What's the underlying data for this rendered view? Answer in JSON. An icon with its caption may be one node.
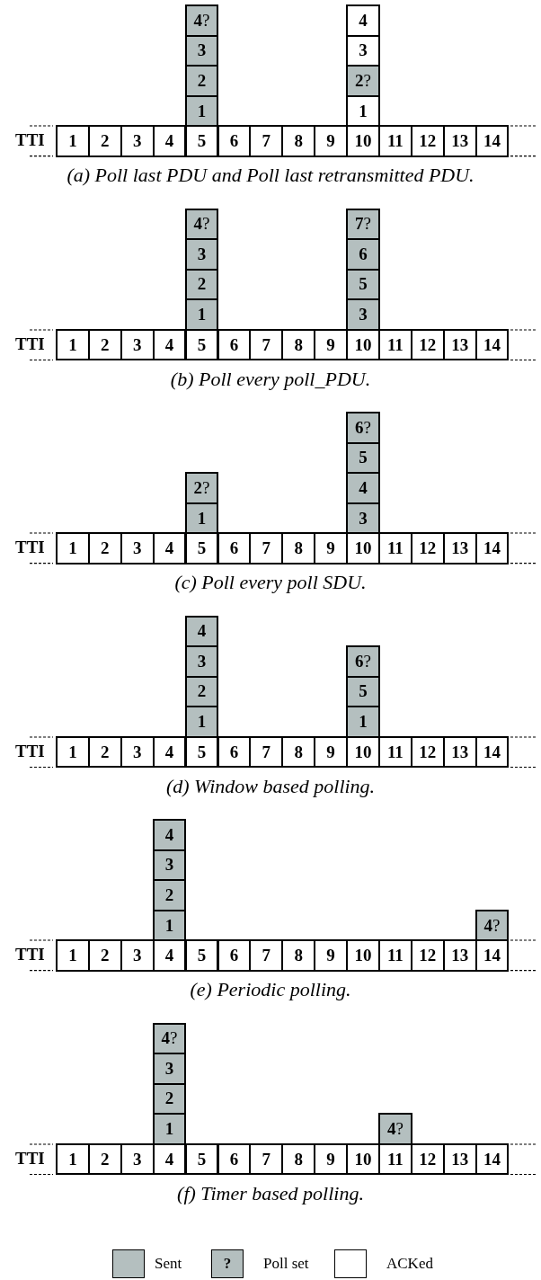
{
  "diagram": {
    "nodes": [
      {
        "text": [
          "**4**?"
        ]
      },
      {
        "text": [
          "4"
        ]
      },
      {
        "text": [
          "3"
        ]
      },
      {
        "text": [
          "3"
        ]
      },
      {
        "text": [
          "2"
        ]
      },
      {
        "text": [
          "**2**?"
        ]
      },
      {
        "text": [
          "1"
        ]
      },
      {
        "text": [
          "1"
        ]
      },
      {
        "text": [
          "1"
        ]
      },
      {
        "text": [
          "2"
        ]
      },
      {
        "text": [
          "3"
        ]
      },
      {
        "text": [
          "4"
        ]
      },
      {
        "text": [
          "5"
        ]
      },
      {
        "text": [
          "6"
        ]
      },
      {
        "text": [
          "7"
        ]
      },
      {
        "text": [
          "8"
        ]
      },
      {
        "text": [
          "9"
        ]
      },
      {
        "text": [
          "10"
        ]
      },
      {
        "text": [
          "11"
        ]
      },
      {
        "text": [
          "12"
        ]
      },
      {
        "text": [
          "13"
        ]
      },
      {
        "text": [
          "14"
        ]
      },
      {
        "text": [
          "**4**?"
        ]
      },
      {
        "text": [
          "**7**?"
        ]
      },
      {
        "text": [
          "3"
        ]
      },
      {
        "text": [
          "6"
        ]
      },
      {
        "text": [
          "2"
        ]
      },
      {
        "text": [
          "5"
        ]
      },
      {
        "text": [
          "1"
        ]
      },
      {
        "text": [
          "3"
        ]
      },
      {
        "text": [
          "1"
        ]
      },
      {
        "text": [
          "2"
        ]
      },
      {
        "text": [
          "3"
        ]
      },
      {
        "text": [
          "4"
        ]
      },
      {
        "text": [
          "5"
        ]
      },
      {
        "text": [
          "6"
        ]
      },
      {
        "text": [
          "7"
        ]
      },
      {
        "text": [
          "8"
        ]
      },
      {
        "text": [
          "9"
        ]
      },
      {
        "text": [
          "10"
        ]
      },
      {
        "text": [
          "11"
        ]
      },
      {
        "text": [
          "12"
        ]
      },
      {
        "text": [
          "13"
        ]
      },
      {
        "text": [
          "14"
        ]
      },
      {
        "text": [
          "**6**?"
        ]
      },
      {
        "text": [
          "5"
        ]
      },
      {
        "text": [
          "**2**?"
        ]
      },
      {
        "text": [
          "4"
        ]
      },
      {
        "text": [
          "1"
        ]
      },
      {
        "text": [
          "3"
        ]
      },
      {
        "text": [
          "1"
        ]
      },
      {
        "text": [
          "2"
        ]
      },
      {
        "text": [
          "3"
        ]
      },
      {
        "text": [
          "4"
        ]
      },
      {
        "text": [
          "5"
        ]
      },
      {
        "text": [
          "6"
        ]
      },
      {
        "text": [
          "7"
        ]
      },
      {
        "text": [
          "8"
        ]
      },
      {
        "text": [
          "9"
        ]
      },
      {
        "text": [
          "10"
        ]
      },
      {
        "text": [
          "11"
        ]
      },
      {
        "text": [
          "12"
        ]
      },
      {
        "text": [
          "13"
        ]
      },
      {
        "text": [
          "14"
        ]
      },
      {
        "text": [
          "4"
        ]
      },
      {
        "text": [
          "3"
        ]
      },
      {
        "text": [
          "**6**?"
        ]
      },
      {
        "text": [
          "2"
        ]
      },
      {
        "text": [
          "5"
        ]
      },
      {
        "text": [
          "1"
        ]
      },
      {
        "text": [
          "1"
        ]
      },
      {
        "text": [
          "1"
        ]
      },
      {
        "text": [
          "2"
        ]
      },
      {
        "text": [
          "3"
        ]
      },
      {
        "text": [
          "4"
        ]
      },
      {
        "text": [
          "5"
        ]
      },
      {
        "text": [
          "6"
        ]
      },
      {
        "text": [
          "7"
        ]
      },
      {
        "text": [
          "8"
        ]
      },
      {
        "text": [
          "9"
        ]
      },
      {
        "text": [
          "10"
        ]
      },
      {
        "text": [
          "11"
        ]
      },
      {
        "text": [
          "12"
        ]
      },
      {
        "text": [
          "13"
        ]
      },
      {
        "text": [
          "14"
        ]
      },
      {
        "text": [
          "4"
        ]
      },
      {
        "text": [
          "3"
        ]
      },
      {
        "text": [
          "2"
        ]
      },
      {
        "text": [
          "1"
        ]
      },
      {
        "text": [
          "**4**?"
        ]
      },
      {
        "text": [
          "1"
        ]
      },
      {
        "text": [
          "2"
        ]
      },
      {
        "text": [
          "3"
        ]
      },
      {
        "text": [
          "4"
        ]
      },
      {
        "text": [
          "5"
        ]
      },
      {
        "text": [
          "6"
        ]
      },
      {
        "text": [
          "7"
        ]
      },
      {
        "text": [
          "8"
        ]
      },
      {
        "text": [
          "9"
        ]
      },
      {
        "text": [
          "10"
        ]
      },
      {
        "text": [
          "11"
        ]
      },
      {
        "text": [
          "12"
        ]
      },
      {
        "text": [
          "13"
        ]
      },
      {
        "text": [
          "14"
        ]
      },
      {
        "text": [
          "**4**?"
        ]
      },
      {
        "text": [
          "3"
        ]
      },
      {
        "text": [
          "2"
        ]
      },
      {
        "text": [
          "1"
        ]
      },
      {
        "text": [
          "**4**?"
        ]
      },
      {
        "text": [
          "1"
        ]
      },
      {
        "text": [
          "2"
        ]
      },
      {
        "text": [
          "3"
        ]
      },
      {
        "text": [
          "4"
        ]
      },
      {
        "text": [
          "5"
        ]
      },
      {
        "text": [
          "6"
        ]
      },
      {
        "text": [
          "7"
        ]
      },
      {
        "text": [
          "8"
        ]
      },
      {
        "text": [
          "9"
        ]
      },
      {
        "text": [
          "10"
        ]
      },
      {
        "text": [
          "11"
        ]
      },
      {
        "text": [
          "12"
        ]
      },
      {
        "text": [
          "13"
        ]
      },
      {
        "text": [
          "14"
        ]
      }
    ],
    "labels": [
      "TTI",
      "(a) Poll last PDU and Poll last retransmitted PDU.",
      "TTI",
      "(b) Poll every poll_PDU.",
      "TTI",
      "(c) Poll every poll SDU.",
      "TTI",
      "(d) Window based polling.",
      "TTI",
      "(e) Periodic polling.",
      "TTI",
      "(f) Timer based polling.",
      "?"
    ],
    "legend": [
      {
        "text": "Sent",
        "color": "#b4bfbf"
      },
      {
        "text": "Poll set"
      },
      {
        "text": "ACKed",
        "color": "#ffffff"
      }
    ]
  }
}
